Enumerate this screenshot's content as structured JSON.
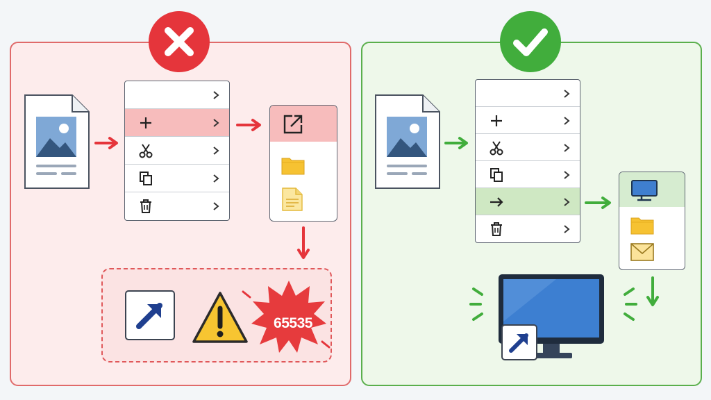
{
  "colors": {
    "bad_accent": "#e5353b",
    "bad_panel": "#fdecec",
    "good_accent": "#41ad3c",
    "good_panel": "#eef8ea",
    "highlight_red": "#f7bcbc",
    "highlight_green": "#cfe8c3"
  },
  "bad_panel": {
    "badge_icon": "cross-icon",
    "menu_items": [
      "blank",
      "plus-icon",
      "scissors-icon",
      "copy-icon",
      "trash-icon"
    ],
    "highlighted_index": 1,
    "submenu_items": [
      "external-link-icon",
      "folder-icon",
      "document-icon"
    ],
    "error_icons": [
      "shortcut-arrow-icon",
      "warning-icon",
      "error-burst-icon"
    ],
    "error_code": "65535"
  },
  "good_panel": {
    "badge_icon": "checkmark-icon",
    "menu_items": [
      "blank",
      "plus-icon",
      "scissors-icon",
      "copy-icon",
      "arrow-right-icon",
      "trash-icon"
    ],
    "highlighted_index": 4,
    "submenu_items": [
      "monitor-icon",
      "folder-icon",
      "envelope-icon"
    ],
    "result_icons": [
      "desktop-monitor-icon",
      "shortcut-arrow-icon"
    ]
  }
}
